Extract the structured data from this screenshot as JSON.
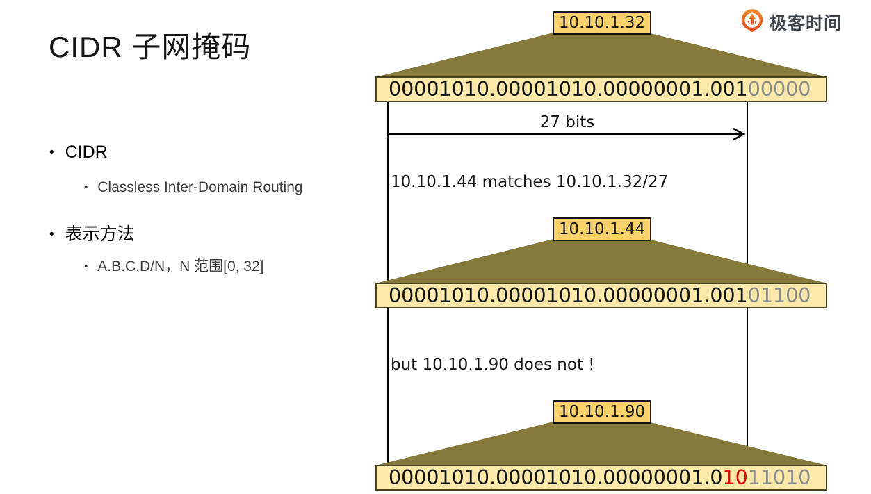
{
  "colors": {
    "label_fill": "#f9d36a",
    "binary_fill": "#fae9a9",
    "trapezoid_fill": "#857a3c",
    "bits_gray": "#8a8a8a",
    "bits_red": "#e60606",
    "logo_orange_top": "#f88d2c",
    "logo_orange_bottom": "#e6451a",
    "logo_text": "#3f444a"
  },
  "slide": {
    "title": "CIDR 子网掩码",
    "bullets": [
      {
        "marker": "•",
        "label": "CIDR",
        "sub_marker": "•",
        "sub": "Classless Inter-Domain Routing"
      },
      {
        "marker": "•",
        "label": "表示方法",
        "sub_marker": "•",
        "sub": "A.B.C.D/N，N 范围[0, 32]"
      }
    ]
  },
  "logo": {
    "text": "极客时间"
  },
  "diagram": {
    "arrow_label": "27 bits",
    "note_matches": "10.10.1.44 matches 10.10.1.32/27",
    "note_not_match": "but 10.10.1.90 does not !",
    "groups": [
      {
        "ip": "10.10.1.32",
        "bits_prefix": "00001010.00001010.00000001.001",
        "bits_mismatch": "",
        "bits_host": "00000"
      },
      {
        "ip": "10.10.1.44",
        "bits_prefix": "00001010.00001010.00000001.001",
        "bits_mismatch": "",
        "bits_host": "01100"
      },
      {
        "ip": "10.10.1.90",
        "bits_prefix": "00001010.00001010.00000001.0",
        "bits_mismatch": "10",
        "bits_host": "11010"
      }
    ]
  }
}
